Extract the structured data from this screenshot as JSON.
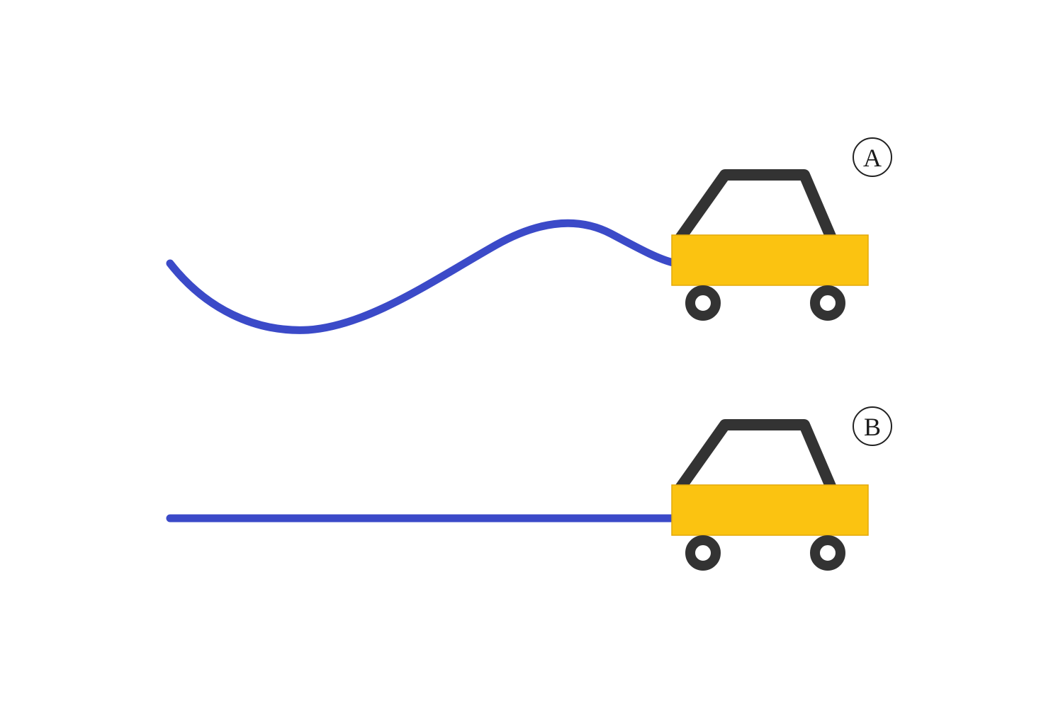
{
  "figure": {
    "scenarios": [
      {
        "label": "A",
        "path_type": "wavy"
      },
      {
        "label": "B",
        "path_type": "straight"
      }
    ]
  },
  "colors": {
    "background": "#FFFFFF",
    "path_blue": "#3B4AC8",
    "car_body_yellow": "#FBC311",
    "car_body_border": "#E3A90A",
    "outline_dark": "#333333",
    "wheel_inner": "#FFFFFF",
    "label_circle_stroke": "#222222"
  }
}
